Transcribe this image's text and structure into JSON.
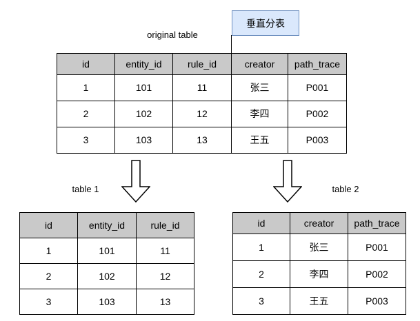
{
  "callout": {
    "label": "垂直分表"
  },
  "original_table": {
    "title": "original table",
    "headers": [
      "id",
      "entity_id",
      "rule_id",
      "creator",
      "path_trace"
    ],
    "rows": [
      [
        "1",
        "101",
        "11",
        "张三",
        "P001"
      ],
      [
        "2",
        "102",
        "12",
        "李四",
        "P002"
      ],
      [
        "3",
        "103",
        "13",
        "王五",
        "P003"
      ]
    ]
  },
  "table1": {
    "title": "table 1",
    "headers": [
      "id",
      "entity_id",
      "rule_id"
    ],
    "rows": [
      [
        "1",
        "101",
        "11"
      ],
      [
        "2",
        "102",
        "12"
      ],
      [
        "3",
        "103",
        "13"
      ]
    ]
  },
  "table2": {
    "title": "table 2",
    "headers": [
      "id",
      "creator",
      "path_trace"
    ],
    "rows": [
      [
        "1",
        "张三",
        "P001"
      ],
      [
        "2",
        "李四",
        "P002"
      ],
      [
        "3",
        "王五",
        "P003"
      ]
    ]
  },
  "colors": {
    "callout_fill": "#dae8fc",
    "callout_stroke": "#6c8ebf",
    "header_bg": "#c9c9c9",
    "border": "#000000",
    "background": "#ffffff"
  }
}
